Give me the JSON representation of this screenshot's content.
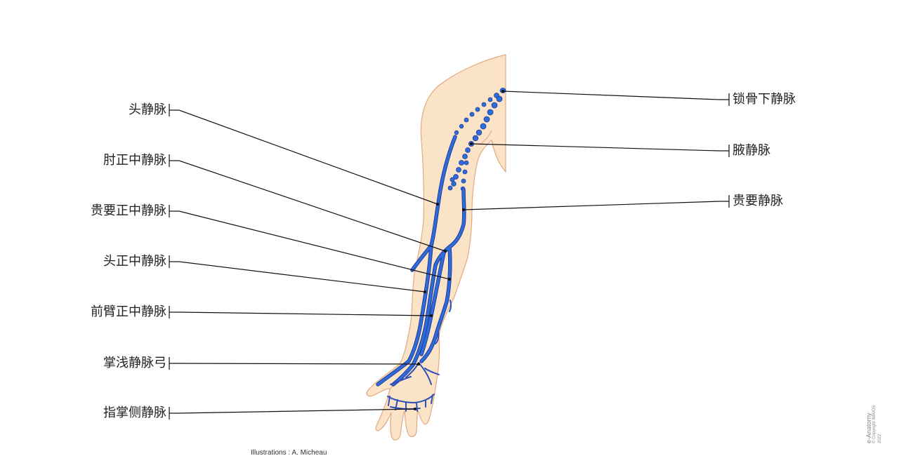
{
  "labels_left": [
    {
      "id": "cephalic-vein",
      "text": "头静脉"
    },
    {
      "id": "median-cubital-vein",
      "text": "肘正中静脉"
    },
    {
      "id": "median-basilic-vein",
      "text": "贵要正中静脉"
    },
    {
      "id": "median-cephalic-vein",
      "text": "头正中静脉"
    },
    {
      "id": "median-antebrachial-vein",
      "text": "前臂正中静脉"
    },
    {
      "id": "superficial-palmar-venous-arch",
      "text": "掌浅静脉弓"
    },
    {
      "id": "palmar-digital-veins",
      "text": "指掌侧静脉"
    }
  ],
  "labels_right": [
    {
      "id": "subclavian-vein",
      "text": "锁骨下静脉"
    },
    {
      "id": "axillary-vein",
      "text": "腋静脉"
    },
    {
      "id": "basilic-vein",
      "text": "贵要静脉"
    }
  ],
  "credit": "Illustrations : A. Micheau",
  "brand": {
    "name": "e-Anatomy",
    "copyright": "© Copyright IMAIOS 2022"
  },
  "colors": {
    "skin": "#fbe3c8",
    "skin_outline": "#e3a97e",
    "vein": "#2f6bd9",
    "vein_dark": "#1f3f9a",
    "leader": "#111111"
  }
}
